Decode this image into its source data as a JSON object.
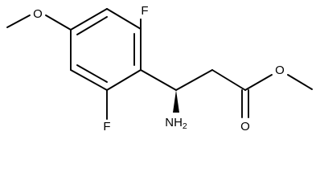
{
  "molecule": {
    "atom_labels": {
      "fluorine_top": "F",
      "fluorine_bottom": "F",
      "methoxy_oxygen": "O",
      "ester_ether_oxygen": "O",
      "carbonyl_oxygen": "O",
      "amine_prefix": "NH",
      "amine_subscript": "2"
    }
  },
  "colors": {
    "ink": "#000000",
    "background": "#ffffff"
  }
}
